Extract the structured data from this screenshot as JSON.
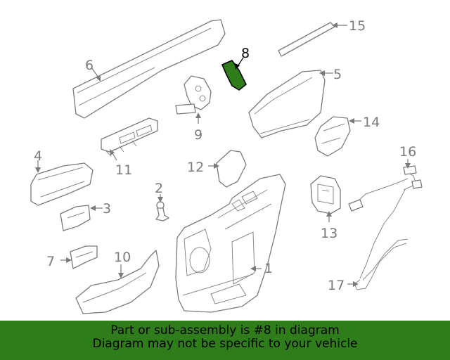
{
  "diagram": {
    "highlighted_part": "8",
    "callouts": [
      "1",
      "2",
      "3",
      "4",
      "5",
      "6",
      "7",
      "8",
      "9",
      "10",
      "11",
      "12",
      "13",
      "14",
      "15",
      "16",
      "17"
    ]
  },
  "footer": {
    "line1": "Part or sub-assembly is #8 in diagram",
    "line2": "Diagram may not be specific to your vehicle"
  },
  "colors": {
    "highlight": "#2e7d1a",
    "line": "#7a7a7a",
    "footer_bg": "#2e7d1a"
  }
}
